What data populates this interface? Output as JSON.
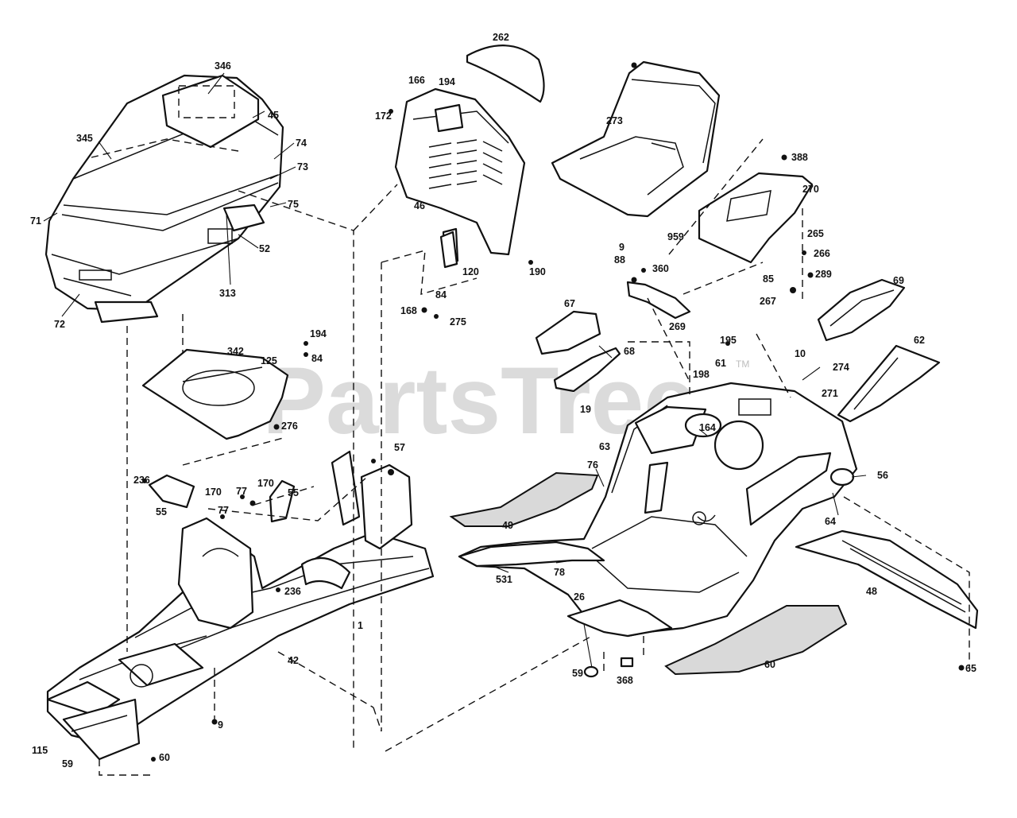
{
  "watermark": {
    "text": "PartsTree",
    "trademark": "TM"
  },
  "callouts": [
    "346",
    "45",
    "345",
    "74",
    "73",
    "71",
    "75",
    "52",
    "313",
    "72",
    "262",
    "166",
    "194",
    "172",
    "46",
    "120",
    "190",
    "84",
    "168",
    "275",
    "273",
    "388",
    "270",
    "959",
    "265",
    "266",
    "289",
    "85",
    "267",
    "9",
    "88",
    "360",
    "269",
    "69",
    "67",
    "68",
    "195",
    "61",
    "198",
    "10",
    "274",
    "271",
    "62",
    "19",
    "164",
    "63",
    "76",
    "56",
    "342",
    "125",
    "194",
    "84",
    "276",
    "57",
    "236",
    "55",
    "170",
    "77",
    "170",
    "77",
    "55",
    "49",
    "531",
    "64",
    "78",
    "236",
    "26",
    "1",
    "42",
    "59",
    "368",
    "48",
    "60",
    "65",
    "9",
    "115",
    "59",
    "60"
  ]
}
